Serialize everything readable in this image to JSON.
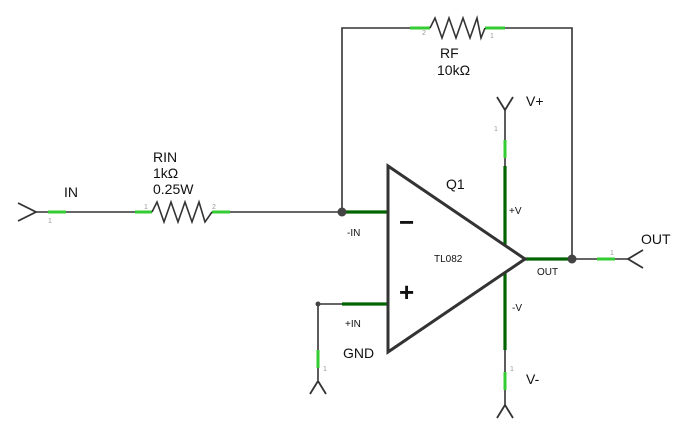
{
  "colors": {
    "wire": "#333333",
    "pin": "#006400",
    "pin_tip": "#33cc33",
    "junction": "#444444",
    "pin_number": "#9a9a9a"
  },
  "input_port": {
    "label": "IN",
    "pin": "1"
  },
  "output_port": {
    "label": "OUT",
    "pin": "1"
  },
  "rin": {
    "name": "RIN",
    "value": "1kΩ",
    "power": "0.25W",
    "pin1": "1",
    "pin2": "2"
  },
  "rf": {
    "name": "RF",
    "value": "10kΩ",
    "pin1": "1",
    "pin2": "2"
  },
  "opamp": {
    "name": "Q1",
    "part": "TL082",
    "minus_sign": "−",
    "plus_sign": "+",
    "inverting_pin": "-IN",
    "noninverting_pin": "+IN",
    "output_pin": "OUT",
    "vplus_pin": "+V",
    "vminus_pin": "-V"
  },
  "supply_pos": {
    "label": "V+",
    "pin": "1"
  },
  "supply_neg": {
    "label": "V-",
    "pin": "1"
  },
  "ground": {
    "label": "GND",
    "pin": "1"
  }
}
